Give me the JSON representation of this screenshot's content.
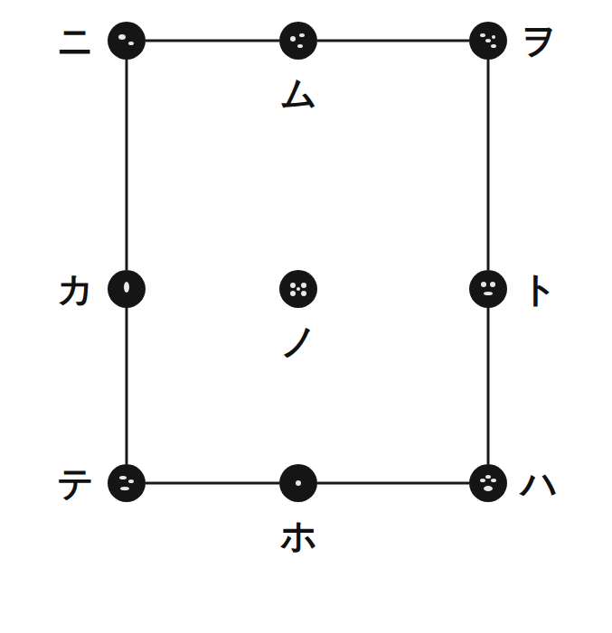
{
  "diagram": {
    "nodes": [
      {
        "text": [
          "ニ"
        ]
      },
      {
        "text": [
          "ム"
        ]
      },
      {
        "text": [
          "ヲ"
        ]
      },
      {
        "text": [
          "カ"
        ]
      },
      {
        "text": [
          "ノ"
        ]
      },
      {
        "text": [
          "ト"
        ]
      },
      {
        "text": [
          "テ"
        ]
      },
      {
        "text": [
          "ホ"
        ]
      },
      {
        "text": [
          "ハ"
        ]
      }
    ],
    "edges": [
      {
        "from": 0,
        "to": 1,
        "arrow": "none"
      },
      {
        "from": 1,
        "to": 2,
        "arrow": "none"
      },
      {
        "from": 0,
        "to": 3,
        "arrow": "none"
      },
      {
        "from": 2,
        "to": 5,
        "arrow": "none"
      },
      {
        "from": 3,
        "to": 6,
        "arrow": "none"
      },
      {
        "from": 5,
        "to": 8,
        "arrow": "none"
      },
      {
        "from": 6,
        "to": 7,
        "arrow": "none"
      },
      {
        "from": 7,
        "to": 8,
        "arrow": "none"
      }
    ]
  }
}
